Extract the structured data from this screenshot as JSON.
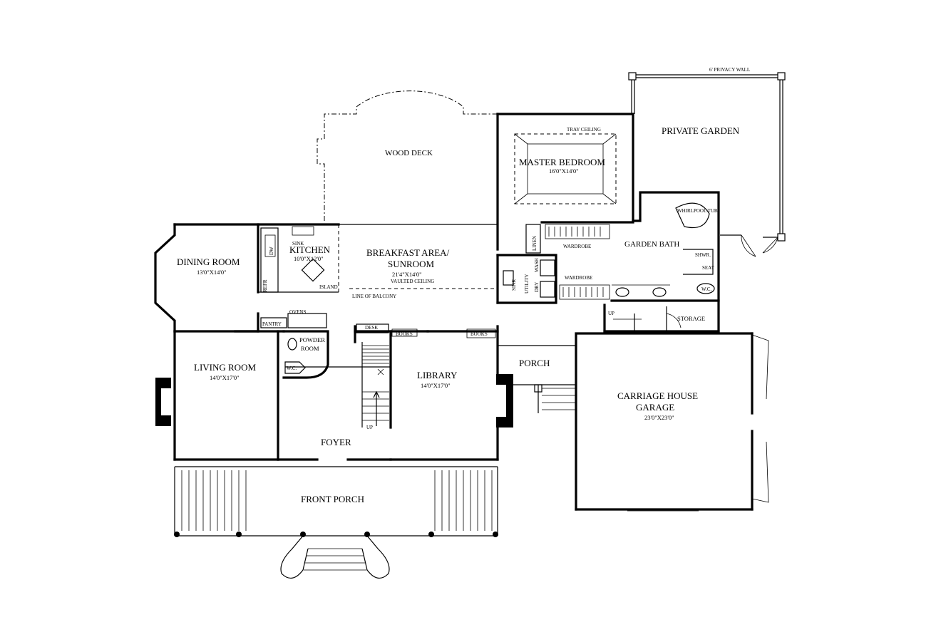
{
  "plan": {
    "privacy_wall": "6' PRIVACY WALL",
    "private_garden": "PRIVATE GARDEN",
    "tray_ceiling": "TRAY CEILING",
    "master_bedroom": {
      "name": "MASTER BEDROOM",
      "size": "16'0\"X14'0\""
    },
    "wood_deck": "WOOD DECK",
    "whirlpool_tub": "WHIRLPOOL TUB",
    "garden_bath": "GARDEN BATH",
    "shower": "SHWR.",
    "seat": "SEAT",
    "wc": "W.C.",
    "linen": "LINEN",
    "wardrobe": "WARDROBE",
    "utility": "UTILITY",
    "sink": "SINK",
    "dry": "DRY",
    "wash": "WASH",
    "storage": "STORAGE",
    "up": "UP",
    "dining_room": {
      "name": "DINING ROOM",
      "size": "13'0\"X14'0\""
    },
    "kitchen": {
      "name": "KITCHEN",
      "size": "10'0\"X12'0\""
    },
    "kitchen_sink": "SINK",
    "island": "ISLAND",
    "refr": "REFR",
    "dw": "DW",
    "breakfast": {
      "name_line1": "BREAKFAST AREA/",
      "name_line2": "SUNROOM",
      "size": "21'4\"X14'0\"",
      "note": "VAULTED CEILING"
    },
    "line_of_balcony": "LINE OF BALCONY",
    "pantry": "PANTRY",
    "ovens": "OVENS",
    "powder_room": {
      "line1": "POWDER",
      "line2": "ROOM"
    },
    "desk": "DESK",
    "books": "BOOKS",
    "living_room": {
      "name": "LIVING ROOM",
      "size": "14'0\"X17'0\""
    },
    "library": {
      "name": "LIBRARY",
      "size": "14'0\"X17'0\""
    },
    "porch": "PORCH",
    "garage": {
      "line1": "CARRIAGE HOUSE",
      "line2": "GARAGE",
      "size": "23'0\"X23'0\""
    },
    "foyer": "FOYER",
    "front_porch": "FRONT PORCH",
    "stair_up": "UP"
  }
}
